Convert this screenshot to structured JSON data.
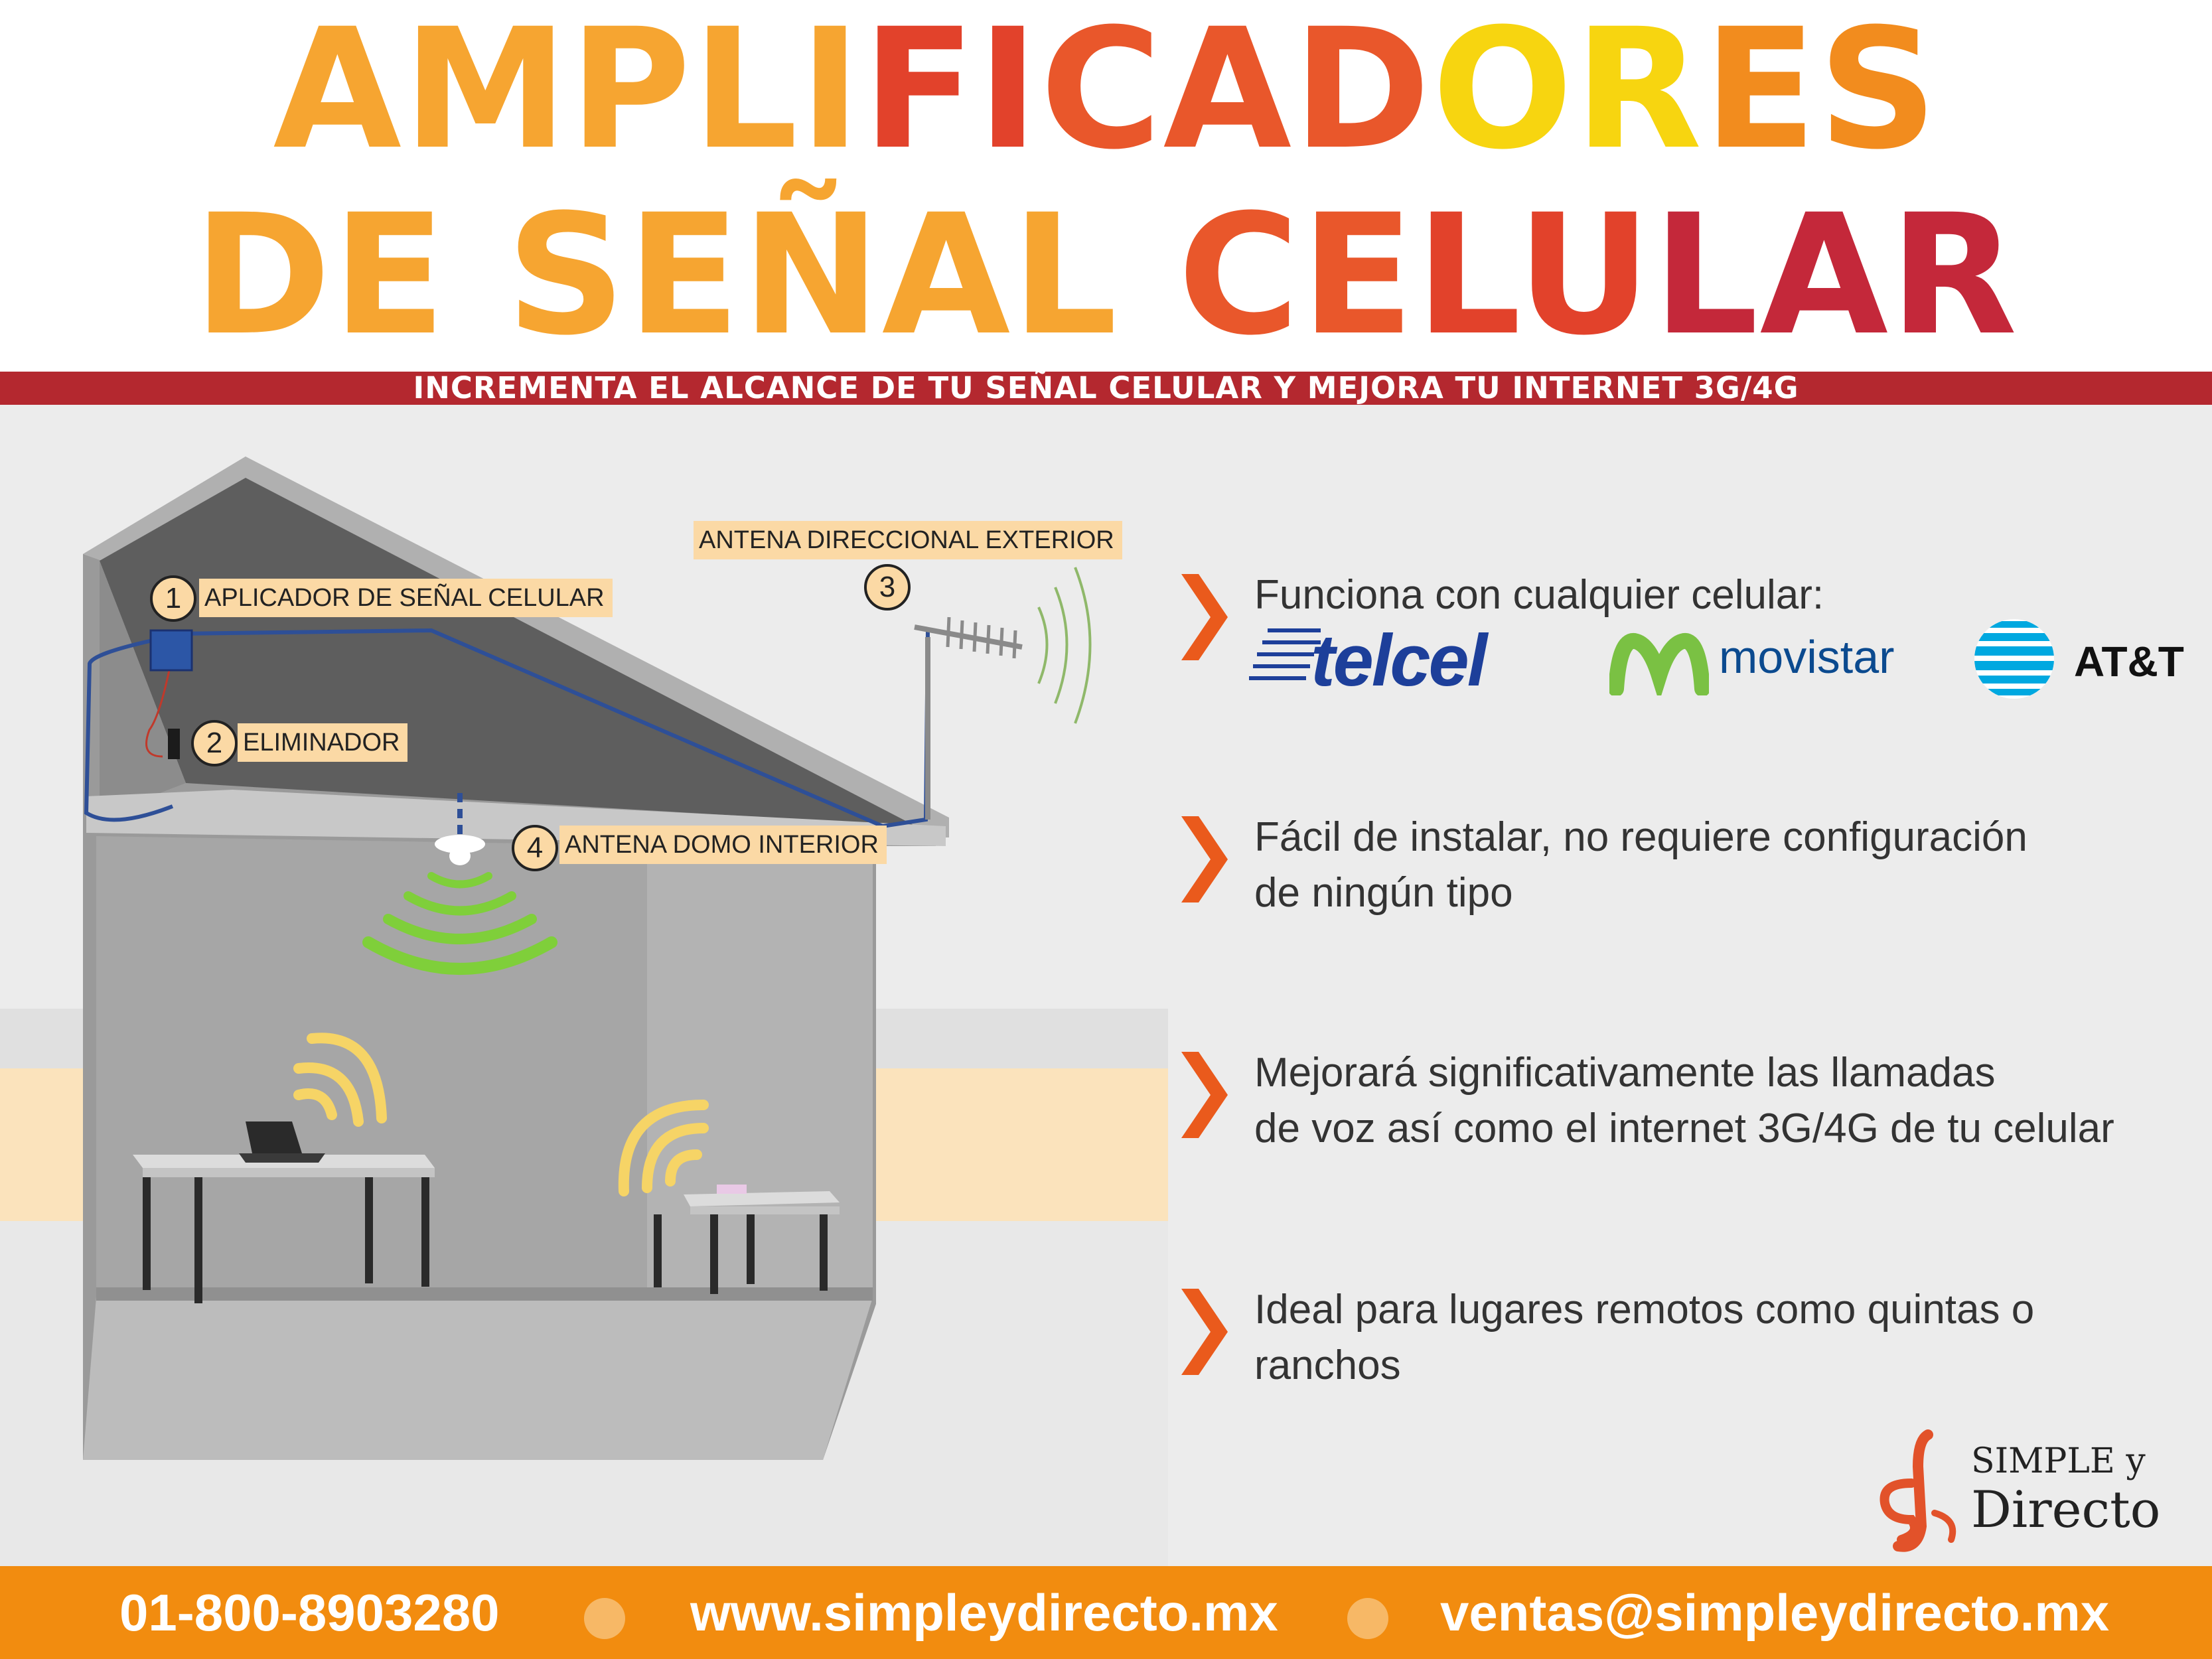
{
  "header": {
    "title_line1_segments": [
      {
        "text": "AMPLI",
        "color": "#f6a531"
      },
      {
        "text": "FI",
        "color": "#e2422b"
      },
      {
        "text": "CAD",
        "color": "#e9572b"
      },
      {
        "text": "OR",
        "color": "#f7d510"
      },
      {
        "text": "ES",
        "color": "#f28c1e"
      }
    ],
    "title_line2_segments": [
      {
        "text": "DE SEÑAL ",
        "color": "#f6a531"
      },
      {
        "text": "CE",
        "color": "#e9572b"
      },
      {
        "text": "LU",
        "color": "#e2422b"
      },
      {
        "text": "LAR",
        "color": "#c4283a"
      }
    ],
    "subtitle": "INCREMENTA EL ALCANCE DE TU SEÑAL CELULAR Y MEJORA TU INTERNET 3G/4G"
  },
  "diagram": {
    "callouts": [
      {
        "number": "1",
        "label": "APLICADOR DE SEÑAL CELULAR"
      },
      {
        "number": "2",
        "label": "ELIMINADOR"
      },
      {
        "number": "3",
        "label": "ANTENA DIRECCIONAL EXTERIOR"
      },
      {
        "number": "4",
        "label": "ANTENA DOMO INTERIOR"
      }
    ]
  },
  "features": [
    {
      "lines": [
        "Funciona con cualquier celular:"
      ]
    },
    {
      "lines": [
        "Fácil de instalar, no requiere configuración",
        "de ningún tipo"
      ]
    },
    {
      "lines": [
        "Mejorará significativamente las llamadas",
        "de voz así como el internet 3G/4G de tu celular"
      ]
    },
    {
      "lines": [
        "Ideal para lugares remotos como quintas o",
        "ranchos"
      ]
    }
  ],
  "carriers": {
    "telcel": "telcel",
    "movistar": "movistar",
    "att": "AT&T"
  },
  "brand": {
    "line1": "SIMPLE y",
    "line2": "Directo"
  },
  "footer": {
    "phone": "01-800-8903280",
    "website": "www.simpleydirecto.mx",
    "email": "ventas@simpleydirecto.mx"
  },
  "colors": {
    "accent_orange": "#f28c0f",
    "chevron_orange": "#ea5a1c",
    "red_bar": "#b4282f",
    "signal_green": "#7fcf3a",
    "wifi_yellow": "#f6d466",
    "telcel_blue": "#1d3f9a",
    "movistar_green": "#7ac143",
    "movistar_blue": "#0b4a8f",
    "att_blue": "#00a8e0"
  }
}
